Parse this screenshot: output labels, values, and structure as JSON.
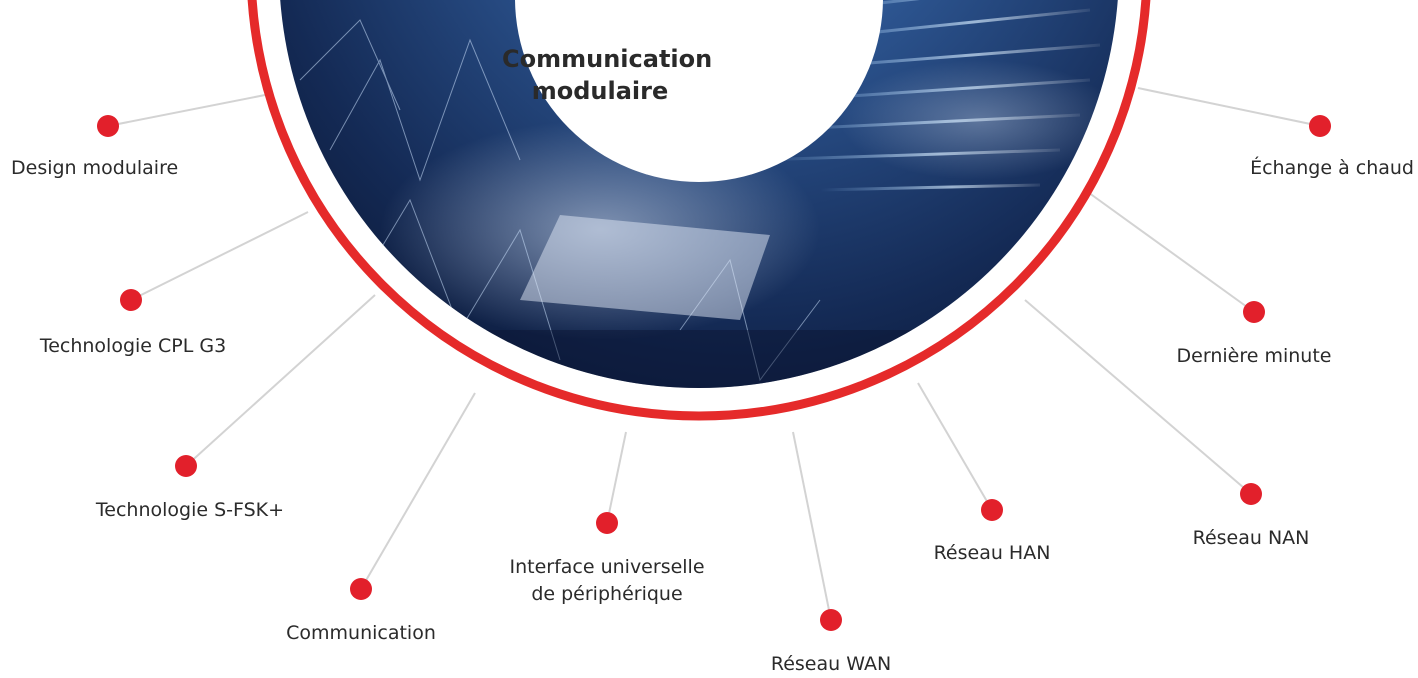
{
  "center": {
    "title_line1": "Communication",
    "title_line2": "modulaire"
  },
  "colors": {
    "ring": "#e52a2a",
    "dot": "#e2202b",
    "connector": "#d3d3d3",
    "photo_dark": "#0d1b3a",
    "photo_mid": "#2a4f86",
    "photo_light": "#a9c6e8"
  },
  "image": {
    "description_icon": "laptop-code-photo"
  },
  "nodes": [
    {
      "id": "design-modulaire",
      "label": "Design modulaire"
    },
    {
      "id": "technologie-cpl-g3",
      "label": "Technologie CPL G3"
    },
    {
      "id": "technologie-s-fsk",
      "label": "Technologie S-FSK+"
    },
    {
      "id": "communication",
      "label": "Communication"
    },
    {
      "id": "interface-universelle",
      "label_line1": "Interface universelle",
      "label_line2": "de périphérique"
    },
    {
      "id": "reseau-wan",
      "label": "Réseau WAN"
    },
    {
      "id": "reseau-han",
      "label": "Réseau HAN"
    },
    {
      "id": "reseau-nan",
      "label": "Réseau NAN"
    },
    {
      "id": "derniere-minute",
      "label": "Dernière minute"
    },
    {
      "id": "echange-a-chaud",
      "label": "Échange à chaud"
    }
  ]
}
